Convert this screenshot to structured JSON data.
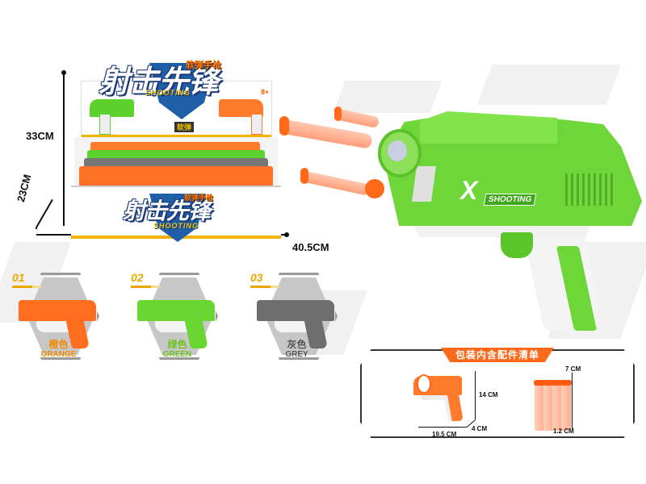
{
  "package": {
    "dimensions": {
      "height": "33CM",
      "depth": "23CM",
      "width": "40.5CM"
    },
    "brand_title": "射击先锋",
    "brand_subtitle": "软弹手枪",
    "brand_english": "SHOOTING",
    "age_label": "8+",
    "soft_dart_label": "软弹"
  },
  "product": {
    "name_badge_x": "X",
    "name_badge_text": "SHOOTING",
    "main_color": "#6fd63a"
  },
  "variants": [
    {
      "number": "01",
      "label_cn": "橙色",
      "label_en": "ORANGE",
      "color": "#ff6e1f",
      "text_color": "#f08a00"
    },
    {
      "number": "02",
      "label_cn": "绿色",
      "label_en": "GREEN",
      "color": "#6ad632",
      "text_color": "#6cc21c"
    },
    {
      "number": "03",
      "label_cn": "灰色",
      "label_en": "GREY",
      "color": "#6e6e6e",
      "text_color": "#555555"
    }
  ],
  "accessories": {
    "title": "包装内含配件清单",
    "gun": {
      "height": "14 CM",
      "length": "19.5 CM",
      "width": "4 CM"
    },
    "darts": {
      "length": "7 CM",
      "diameter": "1.2 CM",
      "count": 4
    }
  }
}
